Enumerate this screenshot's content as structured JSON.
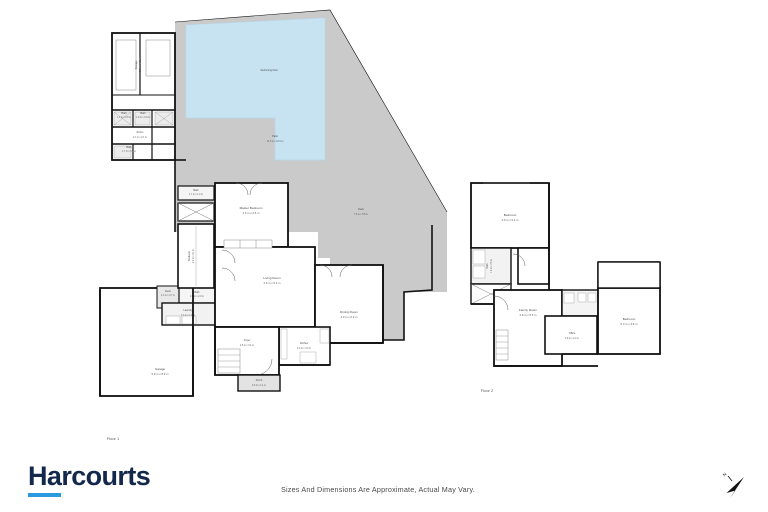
{
  "document": {
    "type": "floor-plan",
    "brand": "Harcourts",
    "disclaimer": "Sizes And Dimensions Are Approximate, Actual May Vary.",
    "compass_label": "N"
  },
  "colors": {
    "wall": "#111111",
    "pool_fill": "#c7e3f2",
    "patio_fill": "#c9cac9",
    "deck_fill": "#c9cac9",
    "fixture_fill": "#f2f2f2",
    "brand_navy": "#13284b",
    "brand_blue": "#2b9ae0",
    "page_background": "#ffffff"
  },
  "floors": [
    {
      "id": "floor1",
      "label": "Floor 1"
    },
    {
      "id": "floor2",
      "label": "Floor 2"
    }
  ],
  "outdoor": {
    "pool": {
      "label": "Swimming Pool",
      "dim": ""
    },
    "patio": {
      "label": "Patio",
      "dim": "14.5 m x 10.9 m"
    },
    "deck_main": {
      "label": "Deck",
      "dim": "7.6 m x 5.8 m"
    },
    "deck_side": {
      "label": "Deck",
      "dim": "4.3 m x 4.7 m"
    }
  },
  "poolhouse_rooms": [
    {
      "name": "Storage",
      "dim": "2.7 m x 4.1 m"
    },
    {
      "name": "Bath",
      "dim": "1.1 m x 0.9 m"
    },
    {
      "name": "Bath",
      "dim": "1.0 m x 0.9 m"
    },
    {
      "name": "Room",
      "dim": "2.7 m x 2.1 m"
    },
    {
      "name": "Bath",
      "dim": "1.7 m x 0.9 m"
    }
  ],
  "floor1_rooms": [
    {
      "name": "Master Bedroom",
      "dim": "4.6 m x 2.6 m"
    },
    {
      "name": "Living Room",
      "dim": "4.6 m x 5.3 m"
    },
    {
      "name": "Dining Room",
      "dim": "4.9 m x 6.3 m"
    },
    {
      "name": "Kitchen",
      "dim": "3.0 m x 3.0 m"
    },
    {
      "name": "Foyer",
      "dim": "2.5 m x 3.1 m"
    },
    {
      "name": "Porch",
      "dim": "3.0 m x 1.1 m"
    },
    {
      "name": "Garage",
      "dim": "5.9 m x 8.9 m"
    },
    {
      "name": "Laundry",
      "dim": "3.3 m x 1.6 m"
    },
    {
      "name": "Bath",
      "dim": "2.0 m x 2.0 m"
    },
    {
      "name": "Bath",
      "dim": "1.7 m x 1.4 m"
    },
    {
      "name": "Bedroom",
      "dim": "2.2 m x 4.1 m"
    }
  ],
  "floor2_rooms": [
    {
      "name": "Bedroom",
      "dim": "4.0 m x 5.2 m"
    },
    {
      "name": "Bath",
      "dim": "1.6 m x 3.5 m"
    },
    {
      "name": "Family Room",
      "dim": "4.8 m x 5.5 m"
    },
    {
      "name": "Office",
      "dim": "3.9 m x 2.4 m"
    },
    {
      "name": "Bedroom",
      "dim": "5.3 m x 3.8 m"
    }
  ]
}
